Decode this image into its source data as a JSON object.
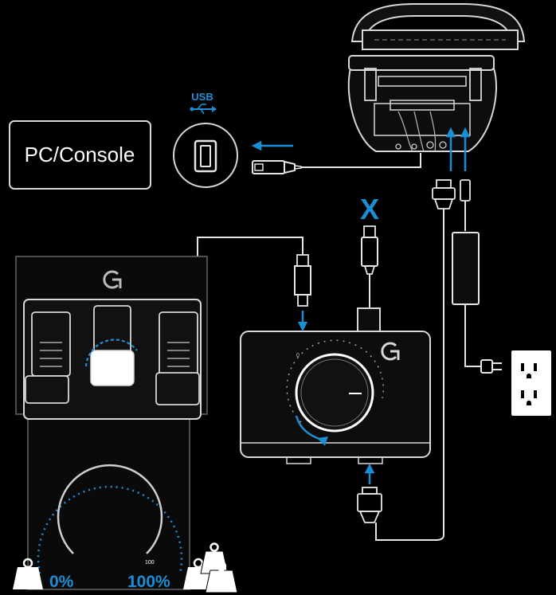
{
  "pc_console": {
    "label": "PC/Console"
  },
  "usb": {
    "label": "USB"
  },
  "not_connected": {
    "mark": "X"
  },
  "dial_small": {
    "min_mark": "0",
    "max_mark": "100"
  },
  "gauge": {
    "min_label": "0%",
    "max_label": "100%"
  },
  "colors": {
    "accent": "#1b8fd6",
    "line": "#ffffff",
    "device_fill": "#0d0d0d",
    "device_stroke": "#cfcfcf",
    "background": "#000000"
  },
  "icons": [
    "usb-icon",
    "usb-port-icon",
    "usb-plug-icon",
    "power-brick-icon",
    "wall-outlet-icon",
    "weight-icon",
    "logitech-g-icon",
    "db9-connector-icon",
    "audio-jack-icon",
    "arrow-icon"
  ]
}
